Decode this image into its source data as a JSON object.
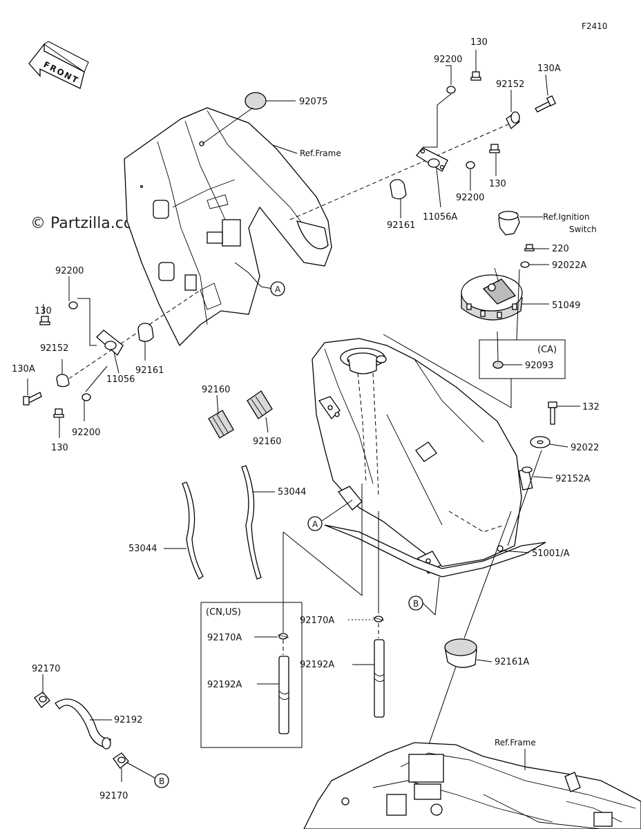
{
  "figure_code": "F2410",
  "watermark": "© Partzilla.com",
  "front_arrow": "FRONT",
  "labels": {
    "p92075": "92075",
    "ref_frame_top": "Ref.Frame",
    "p92200_top": "92200",
    "p130_top": "130",
    "p130A_top": "130A",
    "p92152_top": "92152",
    "p130_mid": "130",
    "p92200_mid": "92200",
    "p92161_top": "92161",
    "p11056A": "11056A",
    "ref_ignition_1": "Ref.Ignition",
    "ref_ignition_2": "Switch",
    "p220": "220",
    "p92022A": "92022A",
    "p51049": "51049",
    "ca_tag": "(CA)",
    "p92093": "92093",
    "p132": "132",
    "p92022": "92022",
    "p92152A": "92152A",
    "p51001A": "51001/A",
    "p92161A": "92161A",
    "p92200_left": "92200",
    "p130_left_top": "130",
    "p92152_left": "92152",
    "p130A_left": "130A",
    "p92161_left": "92161",
    "p11056": "11056",
    "p92200_left_bot": "92200",
    "p130_left_bot": "130",
    "p92160_a": "92160",
    "p92160_b": "92160",
    "p53044_r": "53044",
    "p53044_l": "53044",
    "cnus_tag": "(CN,US)",
    "p92170A_box": "92170A",
    "p92192A_box": "92192A",
    "p92170A_mid": "92170A",
    "p92192A_mid": "92192A",
    "p92170_top": "92170",
    "p92192": "92192",
    "p92170_bot": "92170",
    "ref_frame_bot": "Ref.Frame",
    "callout_A_top": "A",
    "callout_A_tank": "A",
    "callout_B_tank": "B",
    "callout_B_hose": "B"
  }
}
